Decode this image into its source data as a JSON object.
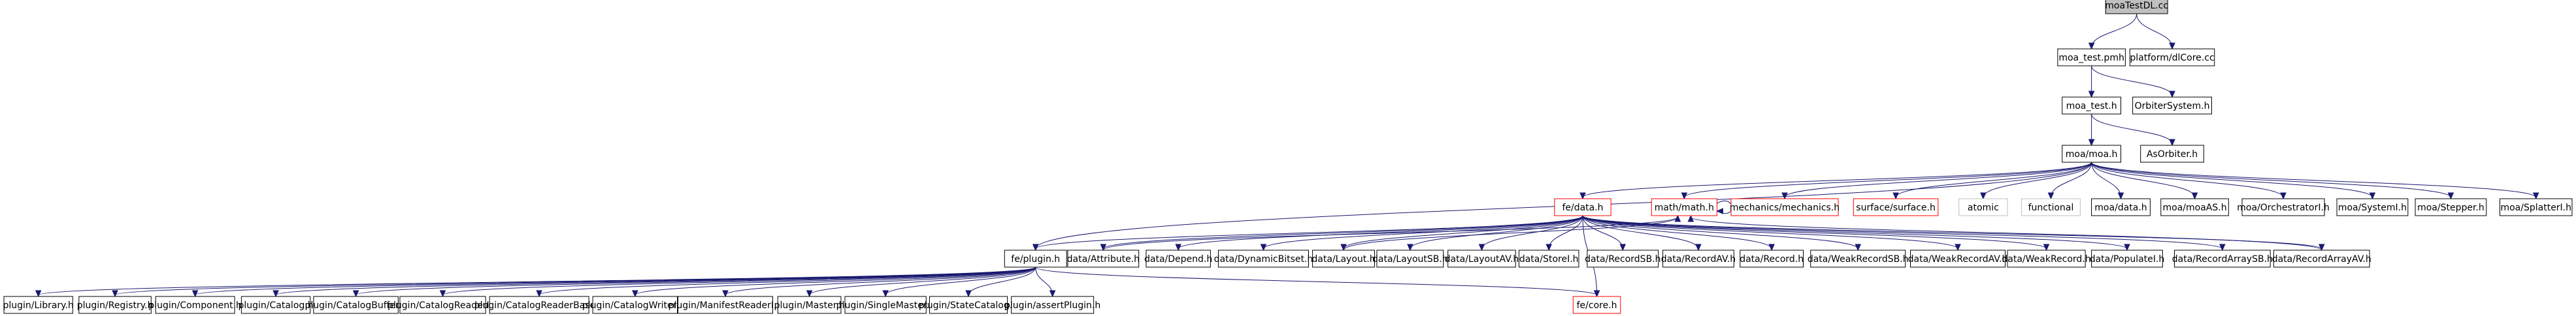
{
  "graph": {
    "nodes": [
      {
        "id": "moaTestDL",
        "label": "moaTestDL.cc",
        "style": "root"
      },
      {
        "id": "moa_test_pmh",
        "label": "moa_test.pmh",
        "style": "normal"
      },
      {
        "id": "platform_dlCore",
        "label": "platform/dlCore.cc",
        "style": "normal"
      },
      {
        "id": "moa_test_h",
        "label": "moa_test.h",
        "style": "normal"
      },
      {
        "id": "OrbiterSystem",
        "label": "OrbiterSystem.h",
        "style": "normal"
      },
      {
        "id": "moa_moa",
        "label": "moa/moa.h",
        "style": "normal"
      },
      {
        "id": "AsOrbiter",
        "label": "AsOrbiter.h",
        "style": "normal"
      },
      {
        "id": "fe_data",
        "label": "fe/data.h",
        "style": "red"
      },
      {
        "id": "math",
        "label": "math/math.h",
        "style": "red"
      },
      {
        "id": "mechanics",
        "label": "mechanics/mechanics.h",
        "style": "red"
      },
      {
        "id": "surface",
        "label": "surface/surface.h",
        "style": "red"
      },
      {
        "id": "atomic",
        "label": "atomic",
        "style": "grey"
      },
      {
        "id": "functional",
        "label": "functional",
        "style": "grey"
      },
      {
        "id": "moa_data",
        "label": "moa/data.h",
        "style": "normal"
      },
      {
        "id": "moa_moaAS",
        "label": "moa/moaAS.h",
        "style": "normal"
      },
      {
        "id": "moa_orch",
        "label": "moa/OrchestratorI.h",
        "style": "normal"
      },
      {
        "id": "moa_systemi",
        "label": "moa/SystemI.h",
        "style": "normal"
      },
      {
        "id": "moa_stepper",
        "label": "moa/Stepper.h",
        "style": "normal"
      },
      {
        "id": "moa_splatter",
        "label": "moa/SplatterI.h",
        "style": "normal"
      },
      {
        "id": "fe_plugin",
        "label": "fe/plugin.h",
        "style": "normal"
      },
      {
        "id": "d_attribute",
        "label": "data/Attribute.h",
        "style": "normal"
      },
      {
        "id": "d_depend",
        "label": "data/Depend.h",
        "style": "normal"
      },
      {
        "id": "d_dynbitset",
        "label": "data/DynamicBitset.h",
        "style": "normal"
      },
      {
        "id": "d_layout",
        "label": "data/Layout.h",
        "style": "normal"
      },
      {
        "id": "d_layoutsb",
        "label": "data/LayoutSB.h",
        "style": "normal"
      },
      {
        "id": "d_layoutav",
        "label": "data/LayoutAV.h",
        "style": "normal"
      },
      {
        "id": "d_storei",
        "label": "data/StoreI.h",
        "style": "normal"
      },
      {
        "id": "d_recordsb",
        "label": "data/RecordSB.h",
        "style": "normal"
      },
      {
        "id": "d_recordav",
        "label": "data/RecordAV.h",
        "style": "normal"
      },
      {
        "id": "d_record",
        "label": "data/Record.h",
        "style": "normal"
      },
      {
        "id": "d_weakrecordsb",
        "label": "data/WeakRecordSB.h",
        "style": "normal"
      },
      {
        "id": "d_weakrecordav",
        "label": "data/WeakRecordAV.h",
        "style": "normal"
      },
      {
        "id": "d_weakrecord",
        "label": "data/WeakRecord.h",
        "style": "normal"
      },
      {
        "id": "d_populatei",
        "label": "data/PopulateI.h",
        "style": "normal"
      },
      {
        "id": "d_recordarraysb",
        "label": "data/RecordArraySB.h",
        "style": "normal"
      },
      {
        "id": "d_recordarrayav",
        "label": "data/RecordArrayAV.h",
        "style": "normal"
      },
      {
        "id": "p_library",
        "label": "plugin/Library.h",
        "style": "normal"
      },
      {
        "id": "p_registry",
        "label": "plugin/Registry.h",
        "style": "normal"
      },
      {
        "id": "p_component",
        "label": "plugin/Component.h",
        "style": "normal"
      },
      {
        "id": "p_catalog",
        "label": "plugin/Catalog.h",
        "style": "normal"
      },
      {
        "id": "p_catalogbuffer",
        "label": "plugin/CatalogBuffer.h",
        "style": "normal"
      },
      {
        "id": "p_catalogreaderi",
        "label": "plugin/CatalogReaderI.h",
        "style": "normal"
      },
      {
        "id": "p_catalogreaderbase",
        "label": "plugin/CatalogReaderBase.h",
        "style": "normal"
      },
      {
        "id": "p_catalogwriteri",
        "label": "plugin/CatalogWriterI.h",
        "style": "normal"
      },
      {
        "id": "p_manifestreaderi",
        "label": "plugin/ManifestReaderI.h",
        "style": "normal"
      },
      {
        "id": "p_master",
        "label": "plugin/Master.h",
        "style": "normal"
      },
      {
        "id": "p_singlemaster",
        "label": "plugin/SingleMaster.h",
        "style": "normal"
      },
      {
        "id": "p_statecatalog",
        "label": "plugin/StateCatalog.h",
        "style": "normal"
      },
      {
        "id": "p_assertplugin",
        "label": "plugin/assertPlugin.h",
        "style": "normal"
      },
      {
        "id": "fe_core",
        "label": "fe/core.h",
        "style": "red"
      }
    ],
    "edges": [
      [
        "moaTestDL",
        "moa_test_pmh"
      ],
      [
        "moaTestDL",
        "platform_dlCore"
      ],
      [
        "moa_test_pmh",
        "moa_test_h"
      ],
      [
        "moa_test_pmh",
        "OrbiterSystem"
      ],
      [
        "moa_test_h",
        "moa_moa"
      ],
      [
        "moa_test_h",
        "AsOrbiter"
      ],
      [
        "moa_moa",
        "fe_data"
      ],
      [
        "moa_moa",
        "math"
      ],
      [
        "moa_moa",
        "mechanics"
      ],
      [
        "moa_moa",
        "surface"
      ],
      [
        "moa_moa",
        "atomic"
      ],
      [
        "moa_moa",
        "functional"
      ],
      [
        "moa_moa",
        "moa_data"
      ],
      [
        "moa_moa",
        "moa_moaAS"
      ],
      [
        "moa_moa",
        "moa_orch"
      ],
      [
        "moa_moa",
        "moa_systemi"
      ],
      [
        "moa_moa",
        "moa_stepper"
      ],
      [
        "moa_moa",
        "moa_splatter"
      ],
      [
        "moa_moa",
        "fe_plugin"
      ],
      [
        "math",
        "math"
      ],
      [
        "fe_data",
        "fe_plugin"
      ],
      [
        "fe_data",
        "d_attribute"
      ],
      [
        "fe_data",
        "d_depend"
      ],
      [
        "fe_data",
        "d_dynbitset"
      ],
      [
        "fe_data",
        "d_layout"
      ],
      [
        "fe_data",
        "d_layoutsb"
      ],
      [
        "fe_data",
        "d_layoutav"
      ],
      [
        "fe_data",
        "d_storei"
      ],
      [
        "fe_data",
        "d_recordsb"
      ],
      [
        "fe_data",
        "d_recordav"
      ],
      [
        "fe_data",
        "d_record"
      ],
      [
        "fe_data",
        "d_weakrecordsb"
      ],
      [
        "fe_data",
        "d_weakrecordav"
      ],
      [
        "fe_data",
        "d_weakrecord"
      ],
      [
        "fe_data",
        "d_populatei"
      ],
      [
        "fe_data",
        "d_recordarraysb"
      ],
      [
        "fe_data",
        "d_recordarrayav"
      ],
      [
        "fe_data",
        "fe_core"
      ],
      [
        "fe_plugin",
        "p_library"
      ],
      [
        "fe_plugin",
        "p_registry"
      ],
      [
        "fe_plugin",
        "p_component"
      ],
      [
        "fe_plugin",
        "p_catalog"
      ],
      [
        "fe_plugin",
        "p_catalogbuffer"
      ],
      [
        "fe_plugin",
        "p_catalogreaderi"
      ],
      [
        "fe_plugin",
        "p_catalogreaderbase"
      ],
      [
        "fe_plugin",
        "p_catalogwriteri"
      ],
      [
        "fe_plugin",
        "p_manifestreaderi"
      ],
      [
        "fe_plugin",
        "p_master"
      ],
      [
        "fe_plugin",
        "p_singlemaster"
      ],
      [
        "fe_plugin",
        "p_statecatalog"
      ],
      [
        "fe_plugin",
        "p_assertplugin"
      ],
      [
        "fe_plugin",
        "fe_core"
      ],
      [
        "d_attribute",
        "math"
      ],
      [
        "d_layout",
        "math"
      ],
      [
        "d_recordarrayav",
        "math"
      ]
    ]
  }
}
